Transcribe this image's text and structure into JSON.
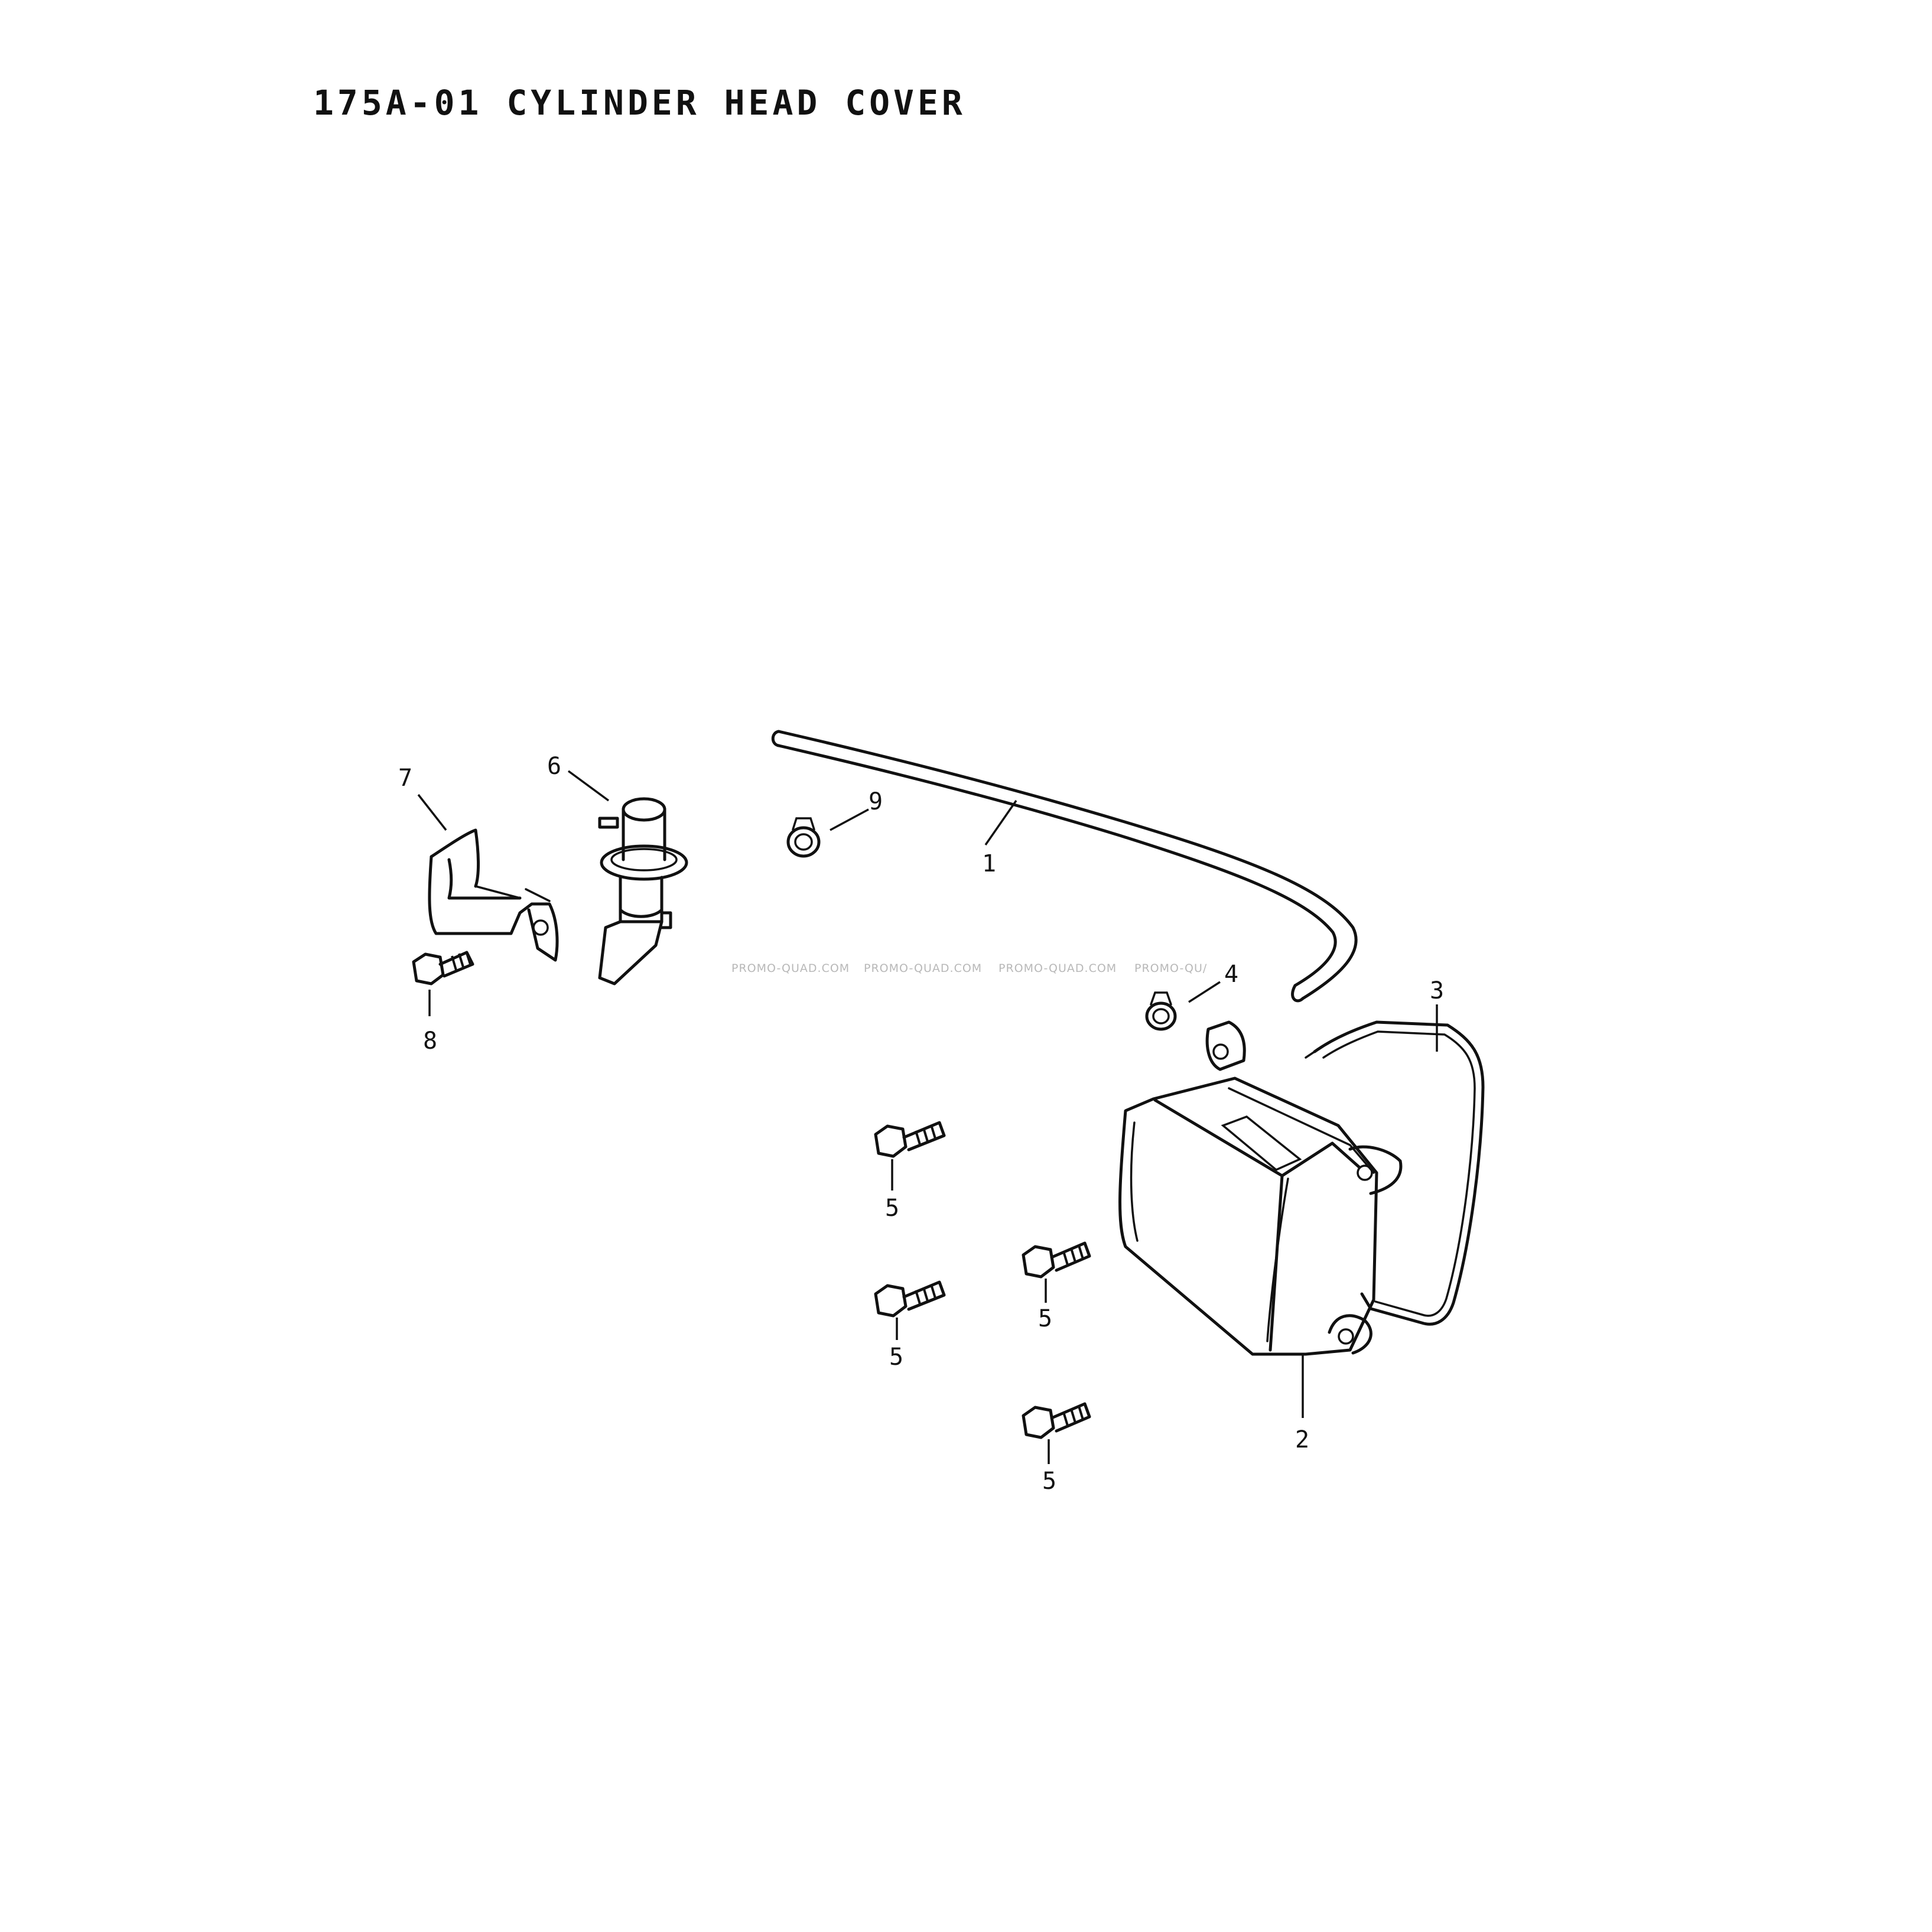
{
  "title": "175A-01 CYLINDER HEAD COVER",
  "watermark": {
    "text": "PROMO-QUAD.COM",
    "fragment": "PROMO-QU/"
  },
  "callouts": [
    "1",
    "2",
    "3",
    "4",
    "5",
    "5",
    "5",
    "5",
    "6",
    "7",
    "8",
    "9"
  ],
  "parts": [
    {
      "name": "breather-hose"
    },
    {
      "name": "cylinder-head-cover"
    },
    {
      "name": "cover-gasket"
    },
    {
      "name": "hose-clip"
    },
    {
      "name": "flange-bolt"
    },
    {
      "name": "breather-valve"
    },
    {
      "name": "hose-bracket"
    },
    {
      "name": "bracket-bolt"
    },
    {
      "name": "hose-clip"
    }
  ]
}
